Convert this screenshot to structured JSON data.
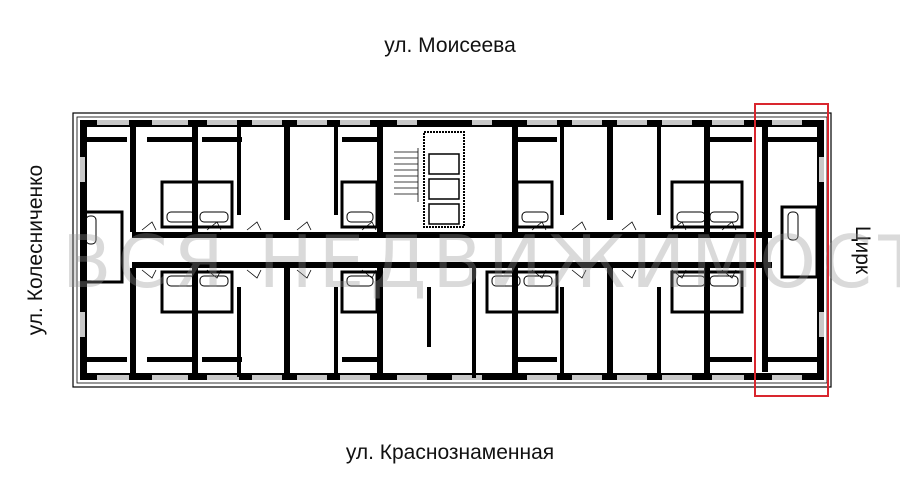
{
  "streets": {
    "top": "ул. Моисеева",
    "bottom": "ул. Краснознаменная",
    "left": "ул. Колесниченко",
    "right": "Цирк"
  },
  "watermark": "ВСЯ НЕДВИЖИМОСТЬ",
  "plan": {
    "type": "floor-plan",
    "highlighted_unit": "east-end apartment",
    "highlight_color": "#d9262e",
    "wall_color": "#000000",
    "window_color": "#c8c8c8"
  }
}
